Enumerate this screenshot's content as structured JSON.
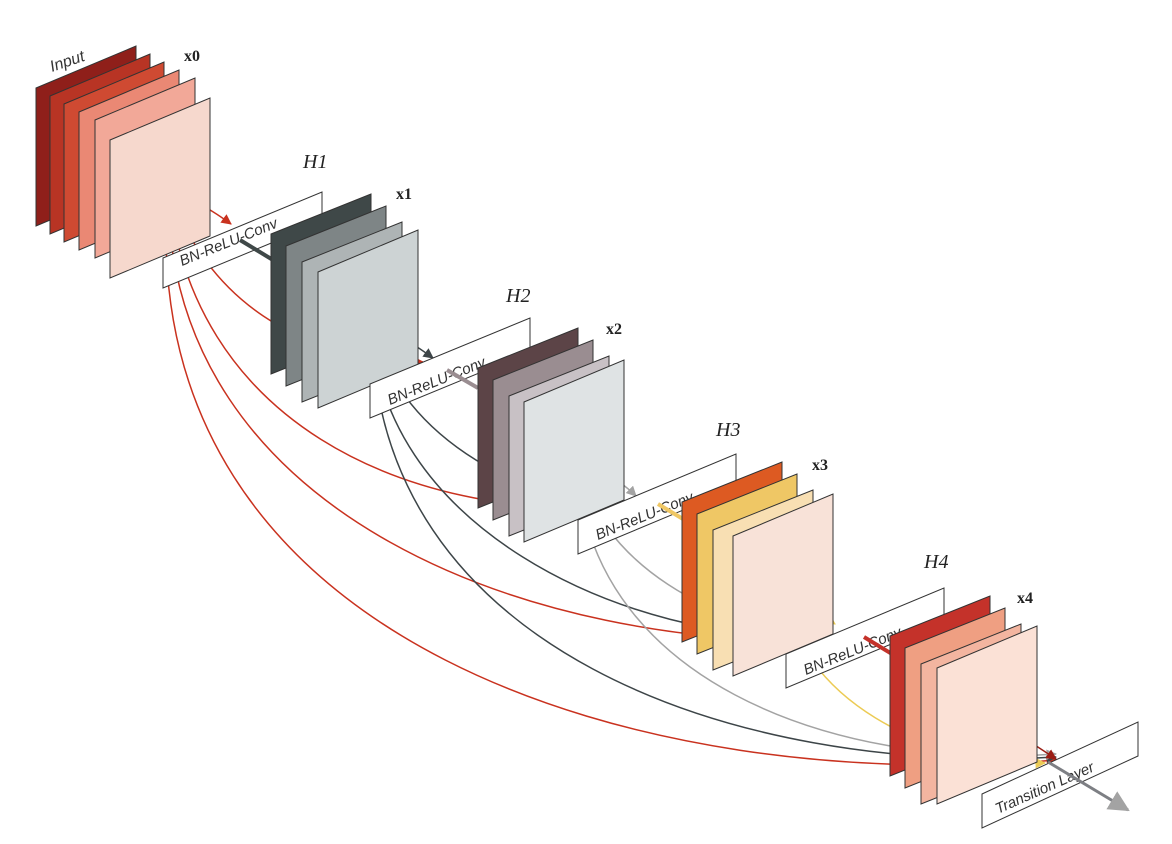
{
  "input_label": "Input",
  "blocks": [
    {
      "feature_label": "x0",
      "operation_label": "",
      "layer_label": "",
      "colors": [
        "#8f1f1a",
        "#b83424",
        "#cf4a32",
        "#ea8874",
        "#f2a898",
        "#f6d8cd"
      ]
    },
    {
      "feature_label": "x1",
      "operation_label": "BN-ReLU-Conv",
      "layer_label": "H1",
      "colors": [
        "#3f4848",
        "#7e8586",
        "#aeb4b5",
        "#cdd3d4",
        "#e0e5e6"
      ]
    },
    {
      "feature_label": "x2",
      "operation_label": "BN-ReLU-Conv",
      "layer_label": "H2",
      "colors": [
        "#5c4447",
        "#9a8d91",
        "#c8c1c5",
        "#e6e7e8",
        "#dfe3e4"
      ]
    },
    {
      "feature_label": "x3",
      "operation_label": "BN-ReLU-Conv",
      "layer_label": "H3",
      "colors": [
        "#dd5a22",
        "#efc765",
        "#f8dfb3",
        "#f7e6dc",
        "#f8e2d8"
      ]
    },
    {
      "feature_label": "x4",
      "operation_label": "BN-ReLU-Conv",
      "layer_label": "H4",
      "colors": [
        "#c4322a",
        "#ef9f82",
        "#f3b5a0",
        "#f8d2c3",
        "#fbe1d6"
      ]
    }
  ],
  "transition_label": "Transition Layer",
  "connection_colors": [
    "#c9321f",
    "#3d4548",
    "#a3a3a3",
    "#eccb55",
    "#9b1d14"
  ]
}
